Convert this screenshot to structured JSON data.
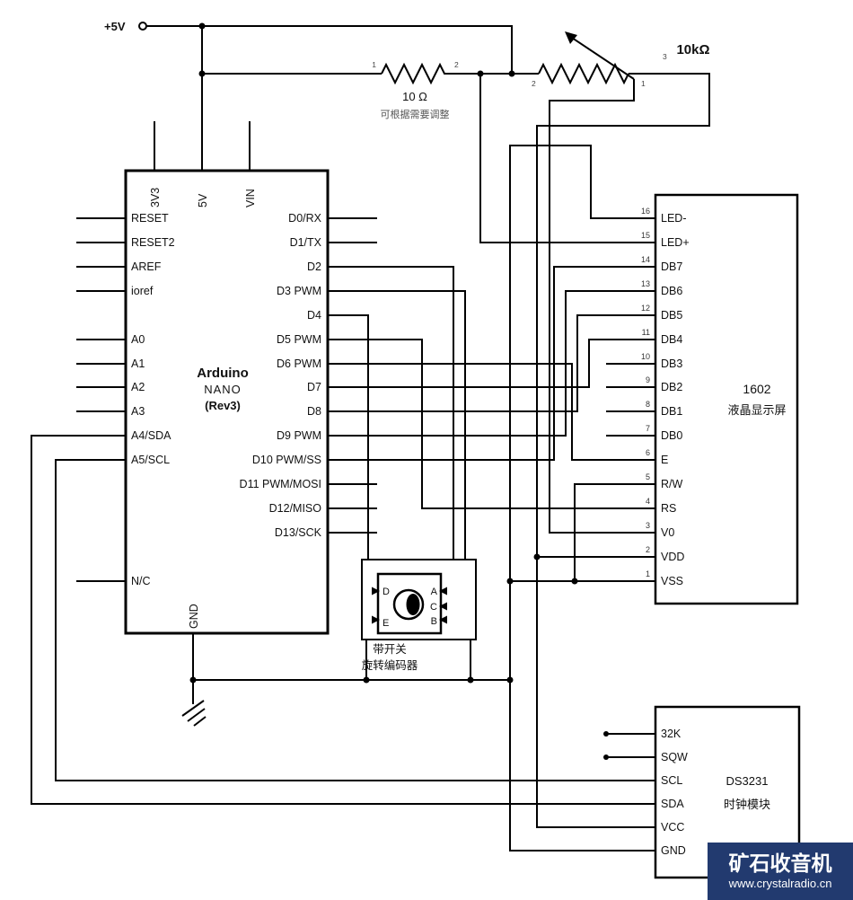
{
  "power": {
    "label": "+5V"
  },
  "resistor": {
    "value": "10 Ω",
    "note": "可根据需要调整",
    "pin1": "1",
    "pin2": "2"
  },
  "potentiometer": {
    "value": "10kΩ",
    "pin1": "1",
    "pin2": "2",
    "pin3": "3"
  },
  "arduino": {
    "title": "Arduino",
    "subtitle": "NANO",
    "rev": "(Rev3)",
    "top_pins": [
      "3V3",
      "5V",
      "VIN"
    ],
    "left_pins": [
      "RESET",
      "RESET2",
      "AREF",
      "ioref",
      "A0",
      "A1",
      "A2",
      "A3",
      "A4/SDA",
      "A5/SCL",
      "N/C"
    ],
    "right_pins": [
      "D0/RX",
      "D1/TX",
      "D2",
      "D3 PWM",
      "D4",
      "D5 PWM",
      "D6 PWM",
      "D7",
      "D8",
      "D9 PWM",
      "D10 PWM/SS",
      "D11 PWM/MOSI",
      "D12/MISO",
      "D13/SCK"
    ],
    "bottom_pins": [
      "GND"
    ]
  },
  "lcd": {
    "title": "1602",
    "subtitle": "液晶显示屏",
    "pins": [
      {
        "num": "16",
        "label": "LED-"
      },
      {
        "num": "15",
        "label": "LED+"
      },
      {
        "num": "14",
        "label": "DB7"
      },
      {
        "num": "13",
        "label": "DB6"
      },
      {
        "num": "12",
        "label": "DB5"
      },
      {
        "num": "11",
        "label": "DB4"
      },
      {
        "num": "10",
        "label": "DB3"
      },
      {
        "num": "9",
        "label": "DB2"
      },
      {
        "num": "8",
        "label": "DB1"
      },
      {
        "num": "7",
        "label": "DB0"
      },
      {
        "num": "6",
        "label": "E"
      },
      {
        "num": "5",
        "label": "R/W"
      },
      {
        "num": "4",
        "label": "RS"
      },
      {
        "num": "3",
        "label": "V0"
      },
      {
        "num": "2",
        "label": "VDD"
      },
      {
        "num": "1",
        "label": "VSS"
      }
    ]
  },
  "encoder": {
    "caption1": "带开关",
    "caption2": "旋转编码器",
    "pins": {
      "d": "D",
      "e": "E",
      "a": "A",
      "c": "C",
      "b": "B"
    }
  },
  "rtc": {
    "title": "DS3231",
    "subtitle": "时钟模块",
    "pins": [
      "32K",
      "SQW",
      "SCL",
      "SDA",
      "VCC",
      "GND"
    ]
  },
  "watermark": {
    "title": "矿石收音机",
    "url": "www.crystalradio.cn"
  },
  "colors": {
    "wire": "#000000",
    "watermark_bg": "#223a6f"
  }
}
